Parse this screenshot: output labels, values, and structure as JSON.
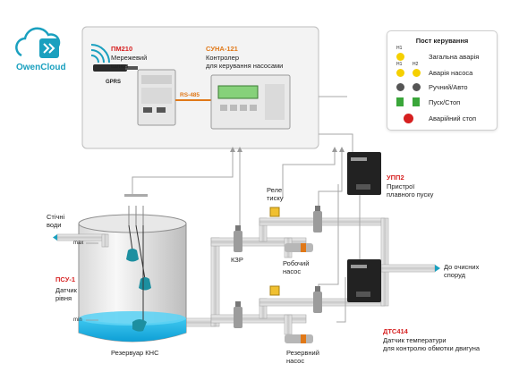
{
  "brand": {
    "name": "OwenCloud"
  },
  "gateway": {
    "model": "ПМ210",
    "desc": "Мережевий шлюз",
    "gprs": "GPRS"
  },
  "interface": {
    "label": "RS-485"
  },
  "controller": {
    "model": "СУНА-121",
    "desc_line1": "Контролер",
    "desc_line2": "для керування насосами"
  },
  "panel": {
    "title": "Пост керування",
    "rows": [
      {
        "label": "Загальна аварія",
        "lamp1": "Н1"
      },
      {
        "label": "Аварія насоса",
        "lamp1": "Н1",
        "lamp2": "Н2"
      },
      {
        "label": "Ручний/Авто"
      },
      {
        "label": "Пуск/Стоп"
      },
      {
        "label": "Аварійний стоп"
      }
    ]
  },
  "labels": {
    "drain_line1": "Стічні",
    "drain_line2": "води",
    "max": "max",
    "min": "min",
    "level_model": "ПСУ-1",
    "level_line1": "Датчик",
    "level_line2": "рівня",
    "tank": "Резервуар КНС",
    "kzr": "КЗР",
    "relay_line1": "Реле",
    "relay_line2": "тиску",
    "work_pump_line1": "Робочий",
    "work_pump_line2": "насос",
    "reserve_pump_line1": "Резервний",
    "reserve_pump_line2": "насос",
    "softstarter_model": "УПП2",
    "softstarter_line1": "Пристрої",
    "softstarter_line2": "плавного пуску",
    "temp_model": "ДТС414",
    "temp_line1": "Датчик температури",
    "temp_line2": "для контролю обмотки двигуна",
    "outlet_line1": "До очисних",
    "outlet_line2": "споруд"
  },
  "colors": {
    "accent": "#1aa0bf",
    "red": "#d62020",
    "orange": "#e07818",
    "water": "#1ab8e8"
  }
}
